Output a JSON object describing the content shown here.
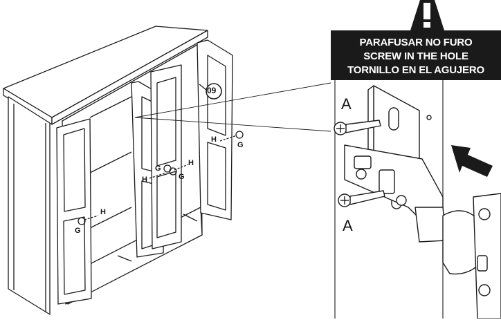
{
  "warning": {
    "lines": [
      "PARAFUSAR NO FURO",
      "SCREW IN THE HOLE",
      "TORNILLO EN EL AGUJERO"
    ]
  },
  "labels": {
    "step": "09",
    "screw_top": "A",
    "screw_bottom": "A",
    "hinge": "H",
    "knob": "G"
  },
  "icons": {
    "warning": "exclamation-triangle-icon",
    "direction": "arrow-icon"
  }
}
